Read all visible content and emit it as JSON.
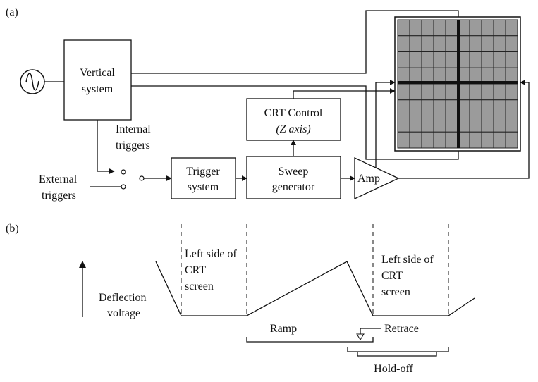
{
  "panel_a": {
    "label": "(a)",
    "vertical_system": [
      "Vertical",
      "system"
    ],
    "internal_triggers": [
      "Internal",
      "triggers"
    ],
    "external_triggers": [
      "External",
      "triggers"
    ],
    "trigger_system": [
      "Trigger",
      "system"
    ],
    "sweep_generator": [
      "Sweep",
      "generator"
    ],
    "crt_control": [
      "CRT Control",
      "(Z axis)"
    ],
    "amp": "Amp",
    "screen": {
      "grid_columns": 10,
      "grid_rows": 8,
      "fill_color": "#9b9b9b"
    }
  },
  "panel_b": {
    "label": "(b)",
    "deflection_voltage": [
      "Deflection",
      "voltage"
    ],
    "left_side_1": [
      "Left side of",
      "CRT",
      "screen"
    ],
    "left_side_2": [
      "Left side of",
      "CRT",
      "screen"
    ],
    "ramp": "Ramp",
    "retrace": "Retrace",
    "hold_off": "Hold-off"
  }
}
